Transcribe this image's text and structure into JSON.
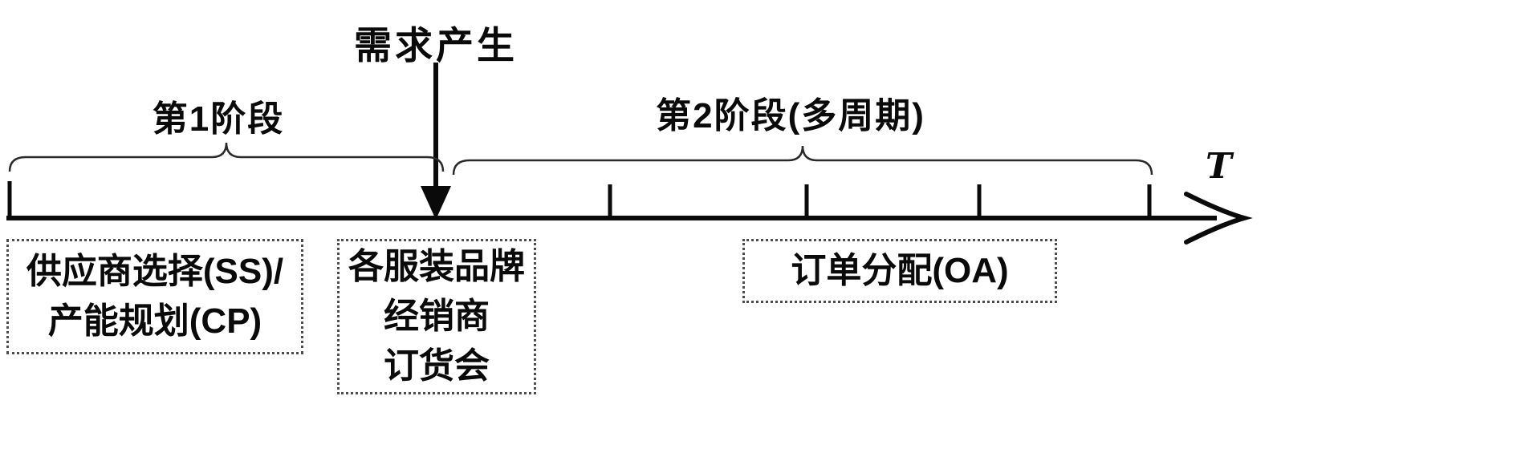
{
  "diagram": {
    "demand_label": "需求产生",
    "phase1_label": "第1阶段",
    "phase2_label": "第2阶段(多周期)",
    "time_axis_label": "T",
    "box_supplier": {
      "line1": "供应商选择(SS)/",
      "line2": "产能规划(CP)"
    },
    "box_order_fair": {
      "line1": "各服装品牌",
      "line2": "经销商",
      "line3": "订货会"
    },
    "box_order_allocation": {
      "label": "订单分配(OA)"
    }
  },
  "colors": {
    "ink": "#0a0a0a",
    "box_border": "#4d4d4d",
    "background": "#ffffff"
  }
}
